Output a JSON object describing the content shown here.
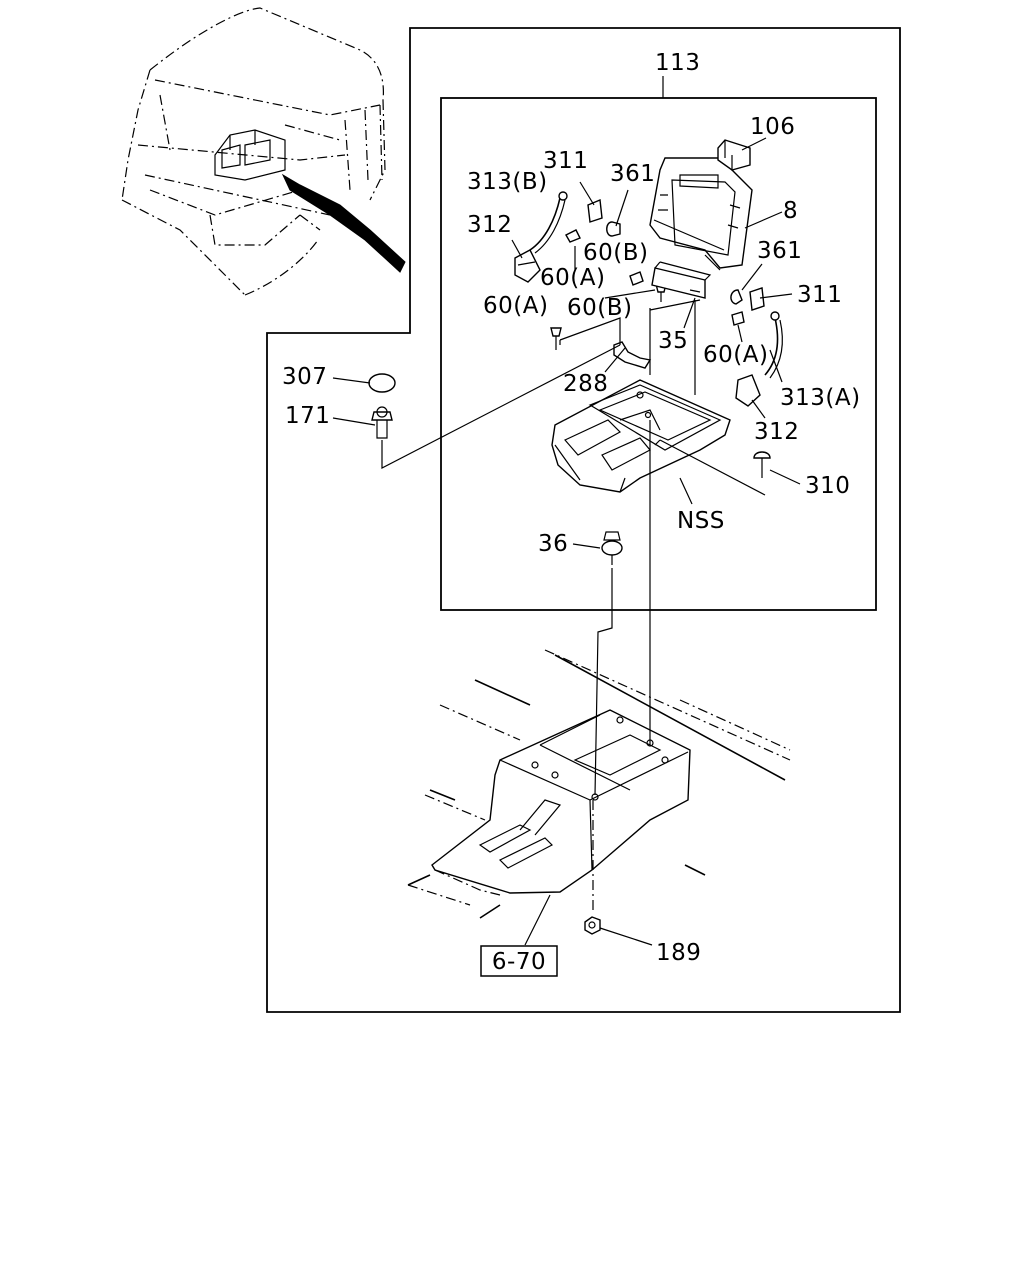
{
  "callouts": {
    "c113": "113",
    "c106": "106",
    "c8": "8",
    "c311_left": "311",
    "c361_left": "361",
    "c313b": "313(B)",
    "c312_left": "312",
    "c60b_top": "60(B)",
    "c60a_upper": "60(A)",
    "c361_right": "361",
    "c311_right": "311",
    "c60a_left": "60(A)",
    "c60b_mid": "60(B)",
    "c35": "35",
    "c60a_right": "60(A)",
    "c307": "307",
    "c288": "288",
    "c313a": "313(A)",
    "c171": "171",
    "c312_right": "312",
    "c310": "310",
    "cnss": "NSS",
    "c36": "36",
    "c189": "189"
  },
  "reference_box": {
    "label": "6-70"
  }
}
